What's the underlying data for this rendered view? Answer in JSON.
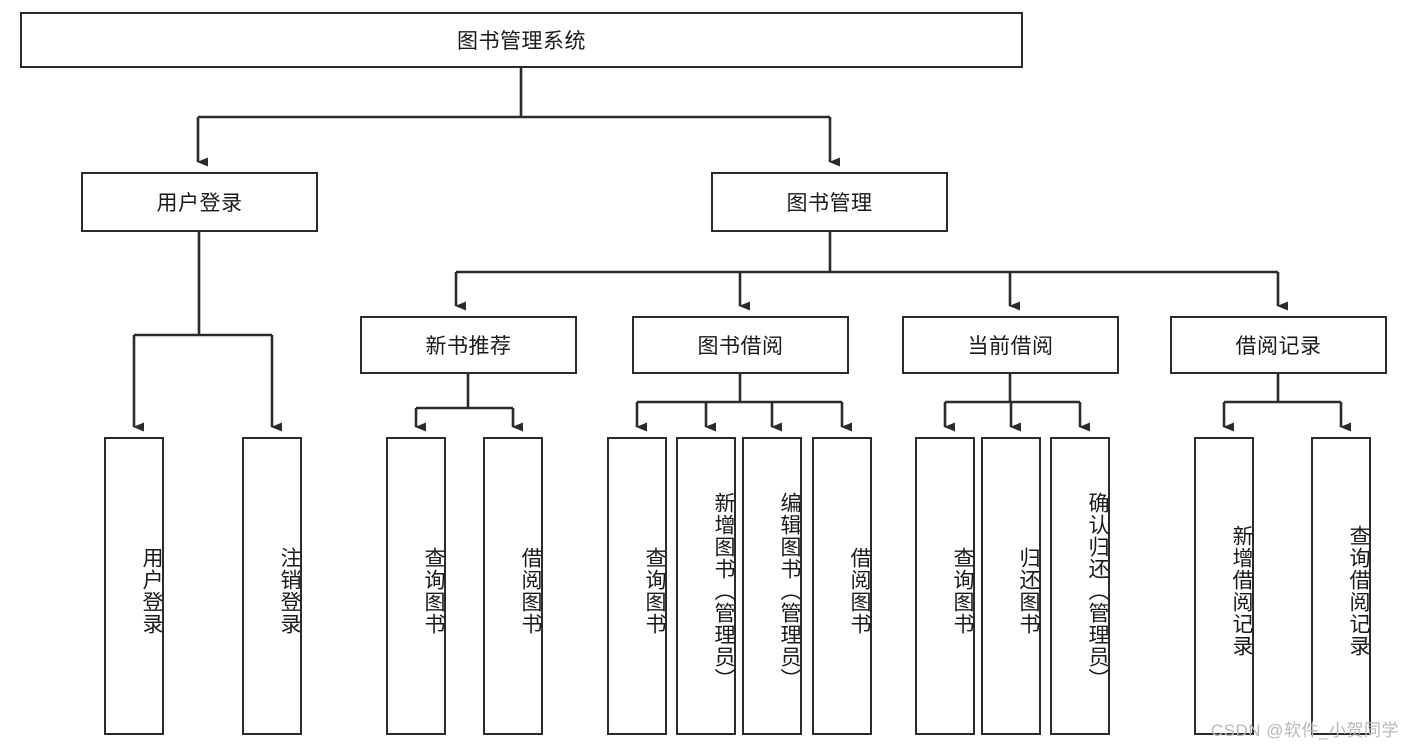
{
  "diagram": {
    "title": "图书管理系统",
    "type": "hierarchy-tree",
    "watermark": "CSDN @软件_小贺同学",
    "colors": {
      "stroke": "#2b2b2b",
      "fill": "#ffffff",
      "text": "#1a1a1a",
      "watermark": "#b8b8b8"
    },
    "nodes": {
      "root": {
        "label": "图书管理系统",
        "level": 0
      },
      "l1": [
        {
          "id": "user-login",
          "label": "用户登录",
          "level": 1
        },
        {
          "id": "book-manage",
          "label": "图书管理",
          "level": 1
        }
      ],
      "l2": [
        {
          "id": "new-book-rec",
          "label": "新书推荐",
          "level": 2
        },
        {
          "id": "book-borrow",
          "label": "图书借阅",
          "level": 2
        },
        {
          "id": "current-borrow",
          "label": "当前借阅",
          "level": 2
        },
        {
          "id": "borrow-record",
          "label": "借阅记录",
          "level": 2
        }
      ],
      "leaves": [
        {
          "id": "leaf-user-login",
          "label": "用户登录",
          "parent": "user-login"
        },
        {
          "id": "leaf-user-logout",
          "label": "注销登录",
          "parent": "user-login"
        },
        {
          "id": "leaf-query-book-1",
          "label": "查询图书",
          "parent": "new-book-rec"
        },
        {
          "id": "leaf-borrow-book-1",
          "label": "借阅图书",
          "parent": "new-book-rec"
        },
        {
          "id": "leaf-query-book-2",
          "label": "查询图书",
          "parent": "book-borrow"
        },
        {
          "id": "leaf-add-book",
          "label": "新增图书（管理员）",
          "parent": "book-borrow"
        },
        {
          "id": "leaf-edit-book",
          "label": "编辑图书（管理员）",
          "parent": "book-borrow"
        },
        {
          "id": "leaf-borrow-book-2",
          "label": "借阅图书",
          "parent": "book-borrow"
        },
        {
          "id": "leaf-query-book-3",
          "label": "查询图书",
          "parent": "current-borrow"
        },
        {
          "id": "leaf-return-book",
          "label": "归还图书",
          "parent": "current-borrow"
        },
        {
          "id": "leaf-confirm-return",
          "label": "确认归还（管理员）",
          "parent": "current-borrow"
        },
        {
          "id": "leaf-add-record",
          "label": "新增借阅记录",
          "parent": "borrow-record"
        },
        {
          "id": "leaf-query-record",
          "label": "查询借阅记录",
          "parent": "borrow-record"
        }
      ]
    }
  }
}
